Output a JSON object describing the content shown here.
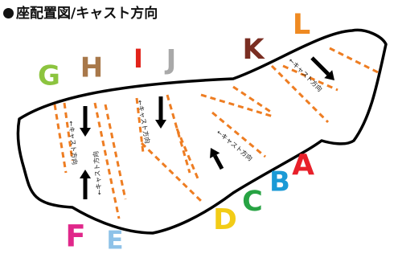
{
  "title": "座配置図/キャスト方向",
  "zones": [
    {
      "letter": "A",
      "color": "#e8202a"
    },
    {
      "letter": "B",
      "color": "#1b9ad6"
    },
    {
      "letter": "C",
      "color": "#27a343"
    },
    {
      "letter": "D",
      "color": "#f2cc17"
    },
    {
      "letter": "E",
      "color": "#8ec2e8"
    },
    {
      "letter": "F",
      "color": "#e0278a"
    },
    {
      "letter": "G",
      "color": "#8cc43f"
    },
    {
      "letter": "H",
      "color": "#a8784a"
    },
    {
      "letter": "I",
      "color": "#e2231a"
    },
    {
      "letter": "J",
      "color": "#a9a9a9"
    },
    {
      "letter": "K",
      "color": "#7a2e22"
    },
    {
      "letter": "L",
      "color": "#ef8a22"
    }
  ],
  "cast_label": "←キャスト方向",
  "colors": {
    "outline": "#000000",
    "divider": "#ee7d22",
    "arrow": "#000000"
  }
}
